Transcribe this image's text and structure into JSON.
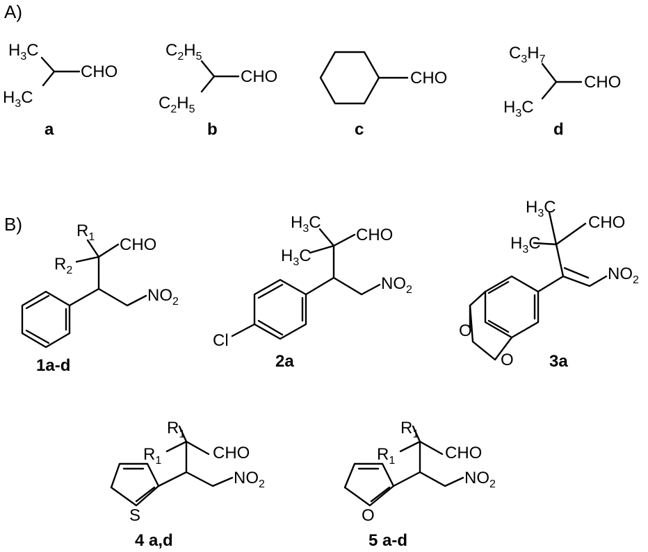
{
  "sections": {
    "a": "A)",
    "b": "B)"
  },
  "aldehydes": [
    {
      "id": "a",
      "label": "a",
      "substituents": [
        "H3C",
        "H3C"
      ],
      "group": "CHO"
    },
    {
      "id": "b",
      "label": "b",
      "substituents": [
        "C2H5",
        "C2H5"
      ],
      "group": "CHO"
    },
    {
      "id": "c",
      "label": "c",
      "substituents": [],
      "group": "CHO"
    },
    {
      "id": "d",
      "label": "d",
      "substituents": [
        "C3H7",
        "H3C"
      ],
      "group": "CHO"
    }
  ],
  "adducts": [
    {
      "id": "1",
      "label": "1a-d",
      "atoms": [
        "R1",
        "R2",
        "CHO",
        "NO2"
      ]
    },
    {
      "id": "2",
      "label": "2a",
      "atoms": [
        "H3C",
        "H3C",
        "CHO",
        "NO2",
        "Cl"
      ]
    },
    {
      "id": "3",
      "label": "3a",
      "atoms": [
        "H3C",
        "H3C",
        "CHO",
        "NO2",
        "O",
        "O"
      ]
    },
    {
      "id": "4",
      "label": "4 a,d",
      "atoms": [
        "R1",
        "R1",
        "CHO",
        "NO2",
        "S"
      ]
    },
    {
      "id": "5",
      "label": "5 a-d",
      "atoms": [
        "R1",
        "R1",
        "CHO",
        "NO2",
        "O"
      ]
    }
  ]
}
